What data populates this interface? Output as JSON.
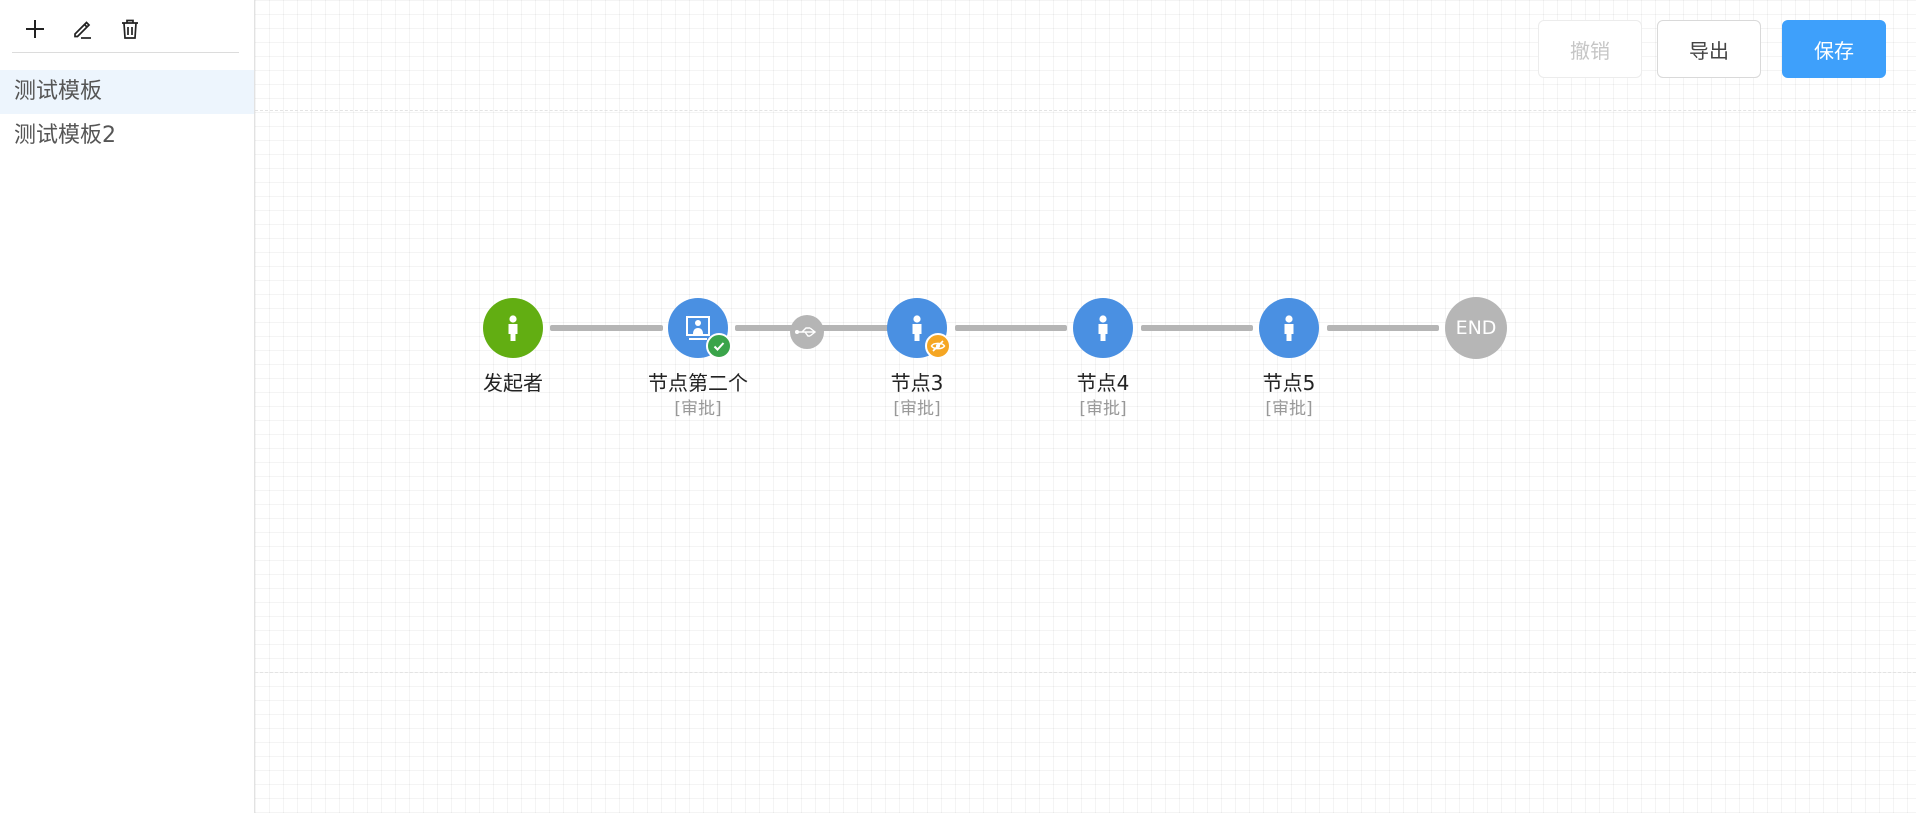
{
  "sidebar": {
    "toolbar": {
      "add_icon": "plus-icon",
      "edit_icon": "pencil-icon",
      "delete_icon": "trash-icon"
    },
    "templates": [
      {
        "label": "测试模板",
        "active": true
      },
      {
        "label": "测试模板2",
        "active": false
      }
    ]
  },
  "toolbar": {
    "undo_label": "撤销",
    "export_label": "导出",
    "save_label": "保存"
  },
  "flow": {
    "nodes": [
      {
        "label": "发起者",
        "type": "",
        "color": "#62ae12",
        "icon": "person-icon"
      },
      {
        "label": "节点第二个",
        "type": "[审批]",
        "color": "#4a90e2",
        "icon": "monitor-user-icon",
        "badge": "check-icon"
      },
      {
        "label": "节点3",
        "type": "[审批]",
        "color": "#4a90e2",
        "icon": "person-icon",
        "badge": "eye-off-icon"
      },
      {
        "label": "节点4",
        "type": "[审批]",
        "color": "#4a90e2",
        "icon": "person-icon"
      },
      {
        "label": "节点5",
        "type": "[审批]",
        "color": "#4a90e2",
        "icon": "person-icon"
      }
    ],
    "connector_icon": "usb-branch-icon",
    "end_label": "END",
    "end_color": "#b6b6b6",
    "badge_colors": {
      "check": "#3aa44a",
      "eye": "#f5a623"
    },
    "accent_color": "#3ea0fb"
  }
}
